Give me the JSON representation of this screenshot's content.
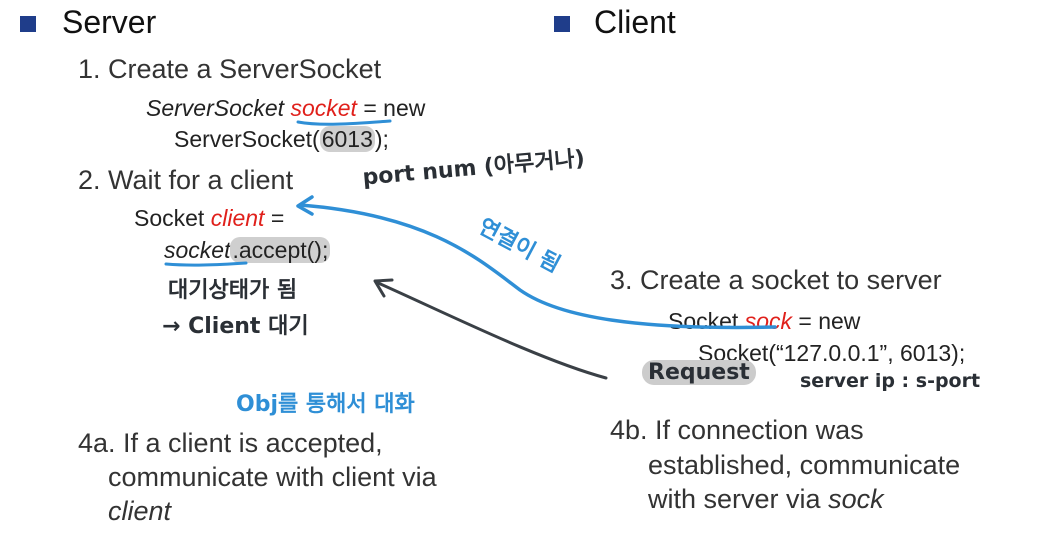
{
  "server": {
    "heading": "Server",
    "step1": "1. Create a ServerSocket",
    "code1_type": "ServerSocket",
    "code1_var": "socket",
    "code1_rest": "= new",
    "code1_line2": "ServerSocket(",
    "code1_port": "6013",
    "code1_end": ");",
    "step2": "2. Wait for a client",
    "code2_type": "Socket",
    "code2_var": "client",
    "code2_eq": "=",
    "code2_obj": "socket",
    "code2_method": ".accept();",
    "step4a_line1": "4a. If a client is accepted,",
    "step4a_line2": "communicate with client via",
    "step4a_line3": "client"
  },
  "client": {
    "heading": "Client",
    "step3": "3. Create a socket to server",
    "code3_type": "Socket",
    "code3_var": "sock",
    "code3_rest": "= new",
    "code3_line2": "Socket(“127.0.0.1”, 6013);",
    "step4b_line1": "4b. If connection was",
    "step4b_line2": "established, communicate",
    "step4b_line3_a": "with server via",
    "step4b_line3_b": "sock"
  },
  "annotations": {
    "port_note": "port num (아무거나)",
    "connected_note": "연결이 됨",
    "wait_note1": "대기상태가 됨",
    "wait_note2": "→ Client 대기",
    "obj_note": "Obj를 통해서 대화",
    "request": "Request",
    "ip_note": "server ip : s-port"
  },
  "colors": {
    "bullet": "#1f3d8a",
    "keyword_red": "#e0201b",
    "ink_blue": "#2f8fd6",
    "ink_dark": "#2a2f35",
    "highlight": "#cfcfcf"
  }
}
